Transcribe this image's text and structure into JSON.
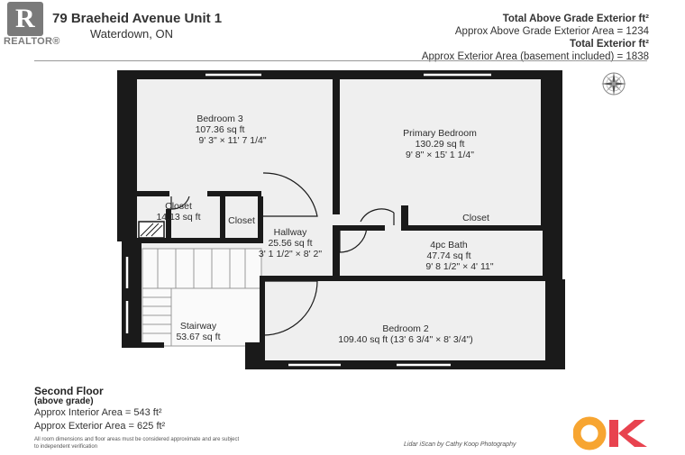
{
  "logo": {
    "letter": "R",
    "text": "REALTOR®"
  },
  "header": {
    "address_line1": "79 Braeheid Avenue Unit 1",
    "address_line2": "Waterdown, ON",
    "total_above_title": "Total Above Grade Exterior ft²",
    "above_area": "Approx Above Grade Exterior Area = 1234",
    "total_exterior_title": "Total Exterior ft²",
    "exterior_area": "Approx Exterior Area (basement included) = 1838"
  },
  "rooms": {
    "bedroom3": {
      "name": "Bedroom 3",
      "area": "107.36 sq ft",
      "dims": "9' 3\" × 11' 7 1/4\""
    },
    "primary": {
      "name": "Primary Bedroom",
      "area": "130.29 sq ft",
      "dims": "9' 8\" × 15' 1 1/4\""
    },
    "closet1": {
      "name": "Closet",
      "area": "14.13 sq ft"
    },
    "closet2": {
      "name": "Closet"
    },
    "closet3": {
      "name": "Closet"
    },
    "hallway": {
      "name": "Hallway",
      "area": "25.56 sq ft",
      "dims": "3' 1 1/2\" × 8' 2\""
    },
    "bath": {
      "name": "4pc Bath",
      "area": "47.74 sq ft",
      "dims": "9' 8 1/2\" × 4' 11\""
    },
    "stairway": {
      "name": "Stairway",
      "area": "53.67 sq ft"
    },
    "bedroom2": {
      "name": "Bedroom 2",
      "area": "109.40 sq ft (13' 6 3/4\" × 8' 3/4\")"
    }
  },
  "footer": {
    "floor_title": "Second Floor",
    "floor_sub": "(above grade)",
    "interior": "Approx Interior Area = 543 ft²",
    "exterior": "Approx Exterior Area = 625 ft²",
    "fine_print": "All room dimensions and floor areas must be considered approximate and are subject to independent verification",
    "credit": "Lidar iScan by Cathy Koop Photography",
    "brand": "OK"
  },
  "colors": {
    "wall": "#1a1a1a",
    "floor": "#efefef",
    "ok_orange": "#f7a531",
    "ok_red": "#e8434f"
  }
}
